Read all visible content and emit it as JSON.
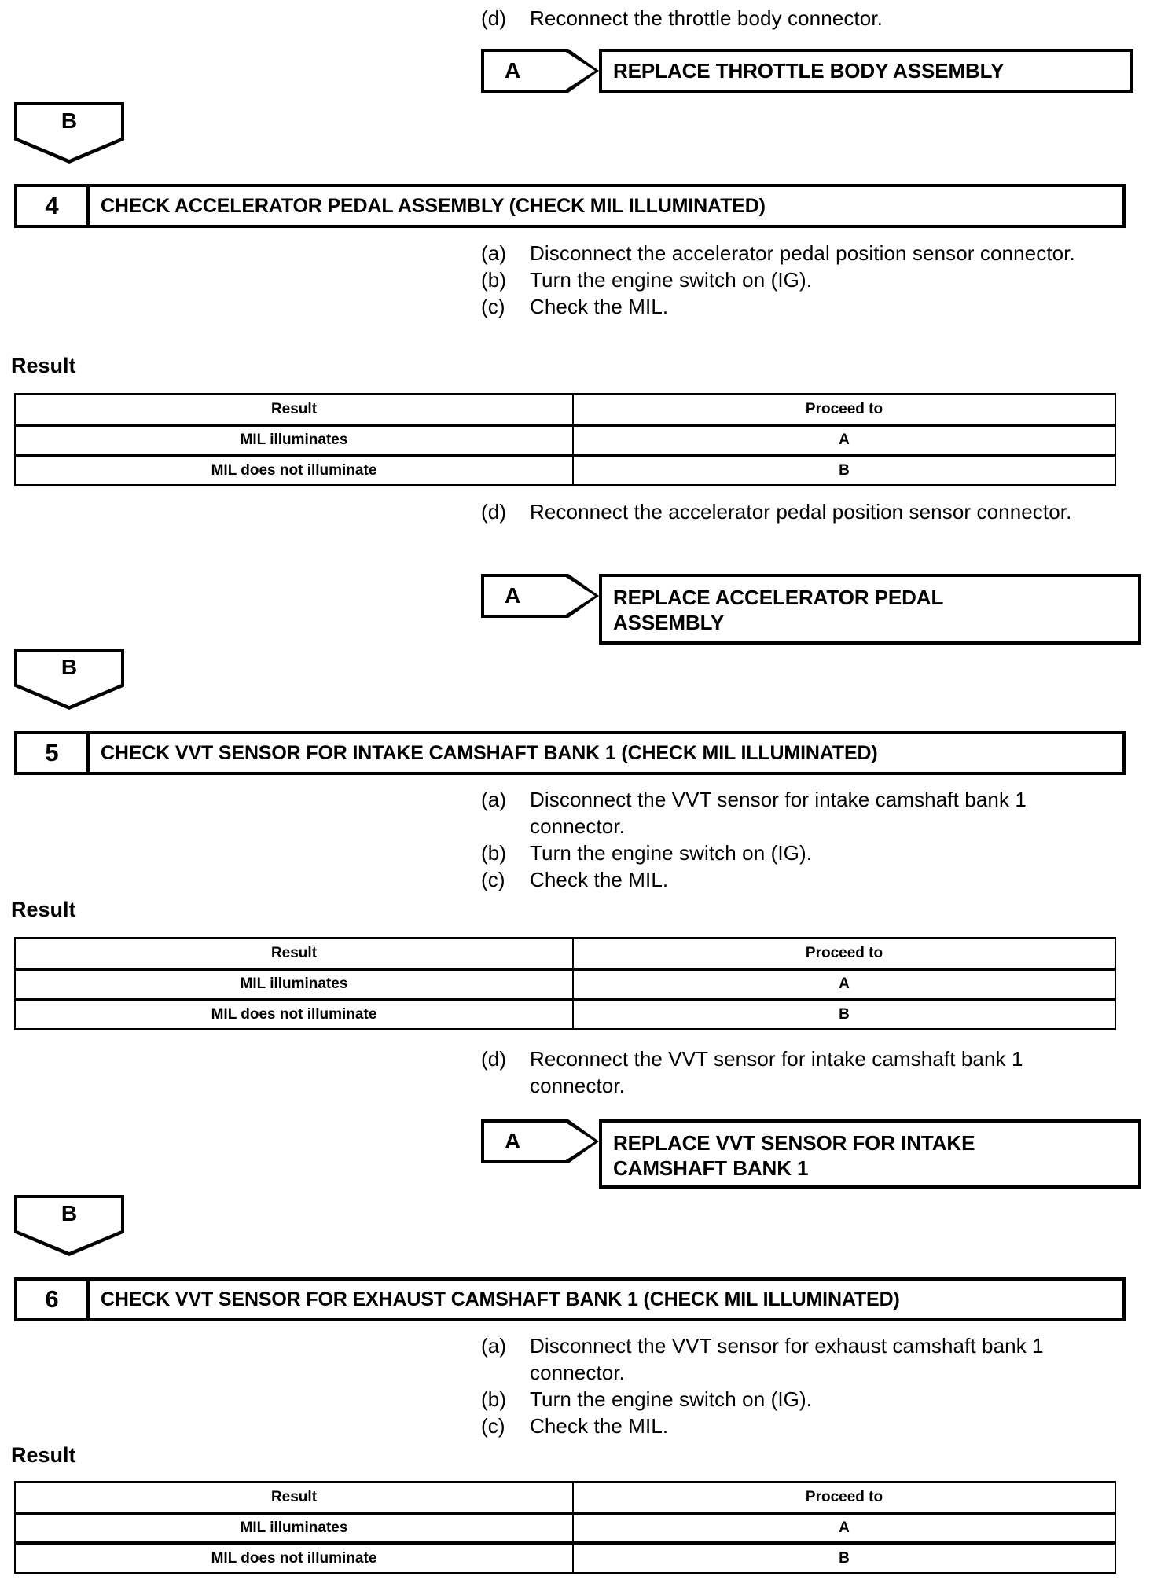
{
  "page": {
    "instruction_top": {
      "letter": "(d)",
      "text": "Reconnect the throttle body connector."
    },
    "conclusion_top": {
      "tag": "A",
      "text": "REPLACE THROTTLE BODY ASSEMBLY"
    },
    "connector_b_1": "B",
    "connector_b_2": "B",
    "connector_b_3": "B",
    "result_caption": "Result",
    "table_headers": {
      "result": "Result",
      "proceed_to": "Proceed to"
    },
    "table_rows": [
      {
        "result": "MIL illuminates",
        "proceed_to": "A"
      },
      {
        "result": "MIL does not illuminate",
        "proceed_to": "B"
      }
    ],
    "steps": [
      {
        "number": "4",
        "title": "CHECK ACCELERATOR PEDAL ASSEMBLY (CHECK MIL ILLUMINATED)",
        "instructions": [
          {
            "letter": "(a)",
            "text": "Disconnect the accelerator pedal position sensor connector."
          },
          {
            "letter": "(b)",
            "text": "Turn the engine switch on (IG)."
          },
          {
            "letter": "(c)",
            "text": "Check the MIL."
          }
        ],
        "post_instruction": {
          "letter": "(d)",
          "text": "Reconnect the accelerator pedal position sensor connector."
        },
        "conclusion": {
          "tag": "A",
          "text": "REPLACE ACCELERATOR PEDAL ASSEMBLY"
        }
      },
      {
        "number": "5",
        "title": "CHECK VVT SENSOR FOR INTAKE CAMSHAFT BANK 1 (CHECK MIL ILLUMINATED)",
        "instructions": [
          {
            "letter": "(a)",
            "text": "Disconnect the VVT sensor for intake camshaft bank 1 connector."
          },
          {
            "letter": "(b)",
            "text": "Turn the engine switch on (IG)."
          },
          {
            "letter": "(c)",
            "text": "Check the MIL."
          }
        ],
        "post_instruction": {
          "letter": "(d)",
          "text": "Reconnect the VVT sensor for intake camshaft bank 1 connector."
        },
        "conclusion": {
          "tag": "A",
          "text": "REPLACE VVT SENSOR FOR INTAKE CAMSHAFT BANK 1"
        }
      },
      {
        "number": "6",
        "title": "CHECK VVT SENSOR FOR EXHAUST CAMSHAFT BANK 1 (CHECK MIL ILLUMINATED)",
        "instructions": [
          {
            "letter": "(a)",
            "text": "Disconnect the VVT sensor for exhaust camshaft bank 1 connector."
          },
          {
            "letter": "(b)",
            "text": "Turn the engine switch on (IG)."
          },
          {
            "letter": "(c)",
            "text": "Check the MIL."
          }
        ]
      }
    ]
  }
}
